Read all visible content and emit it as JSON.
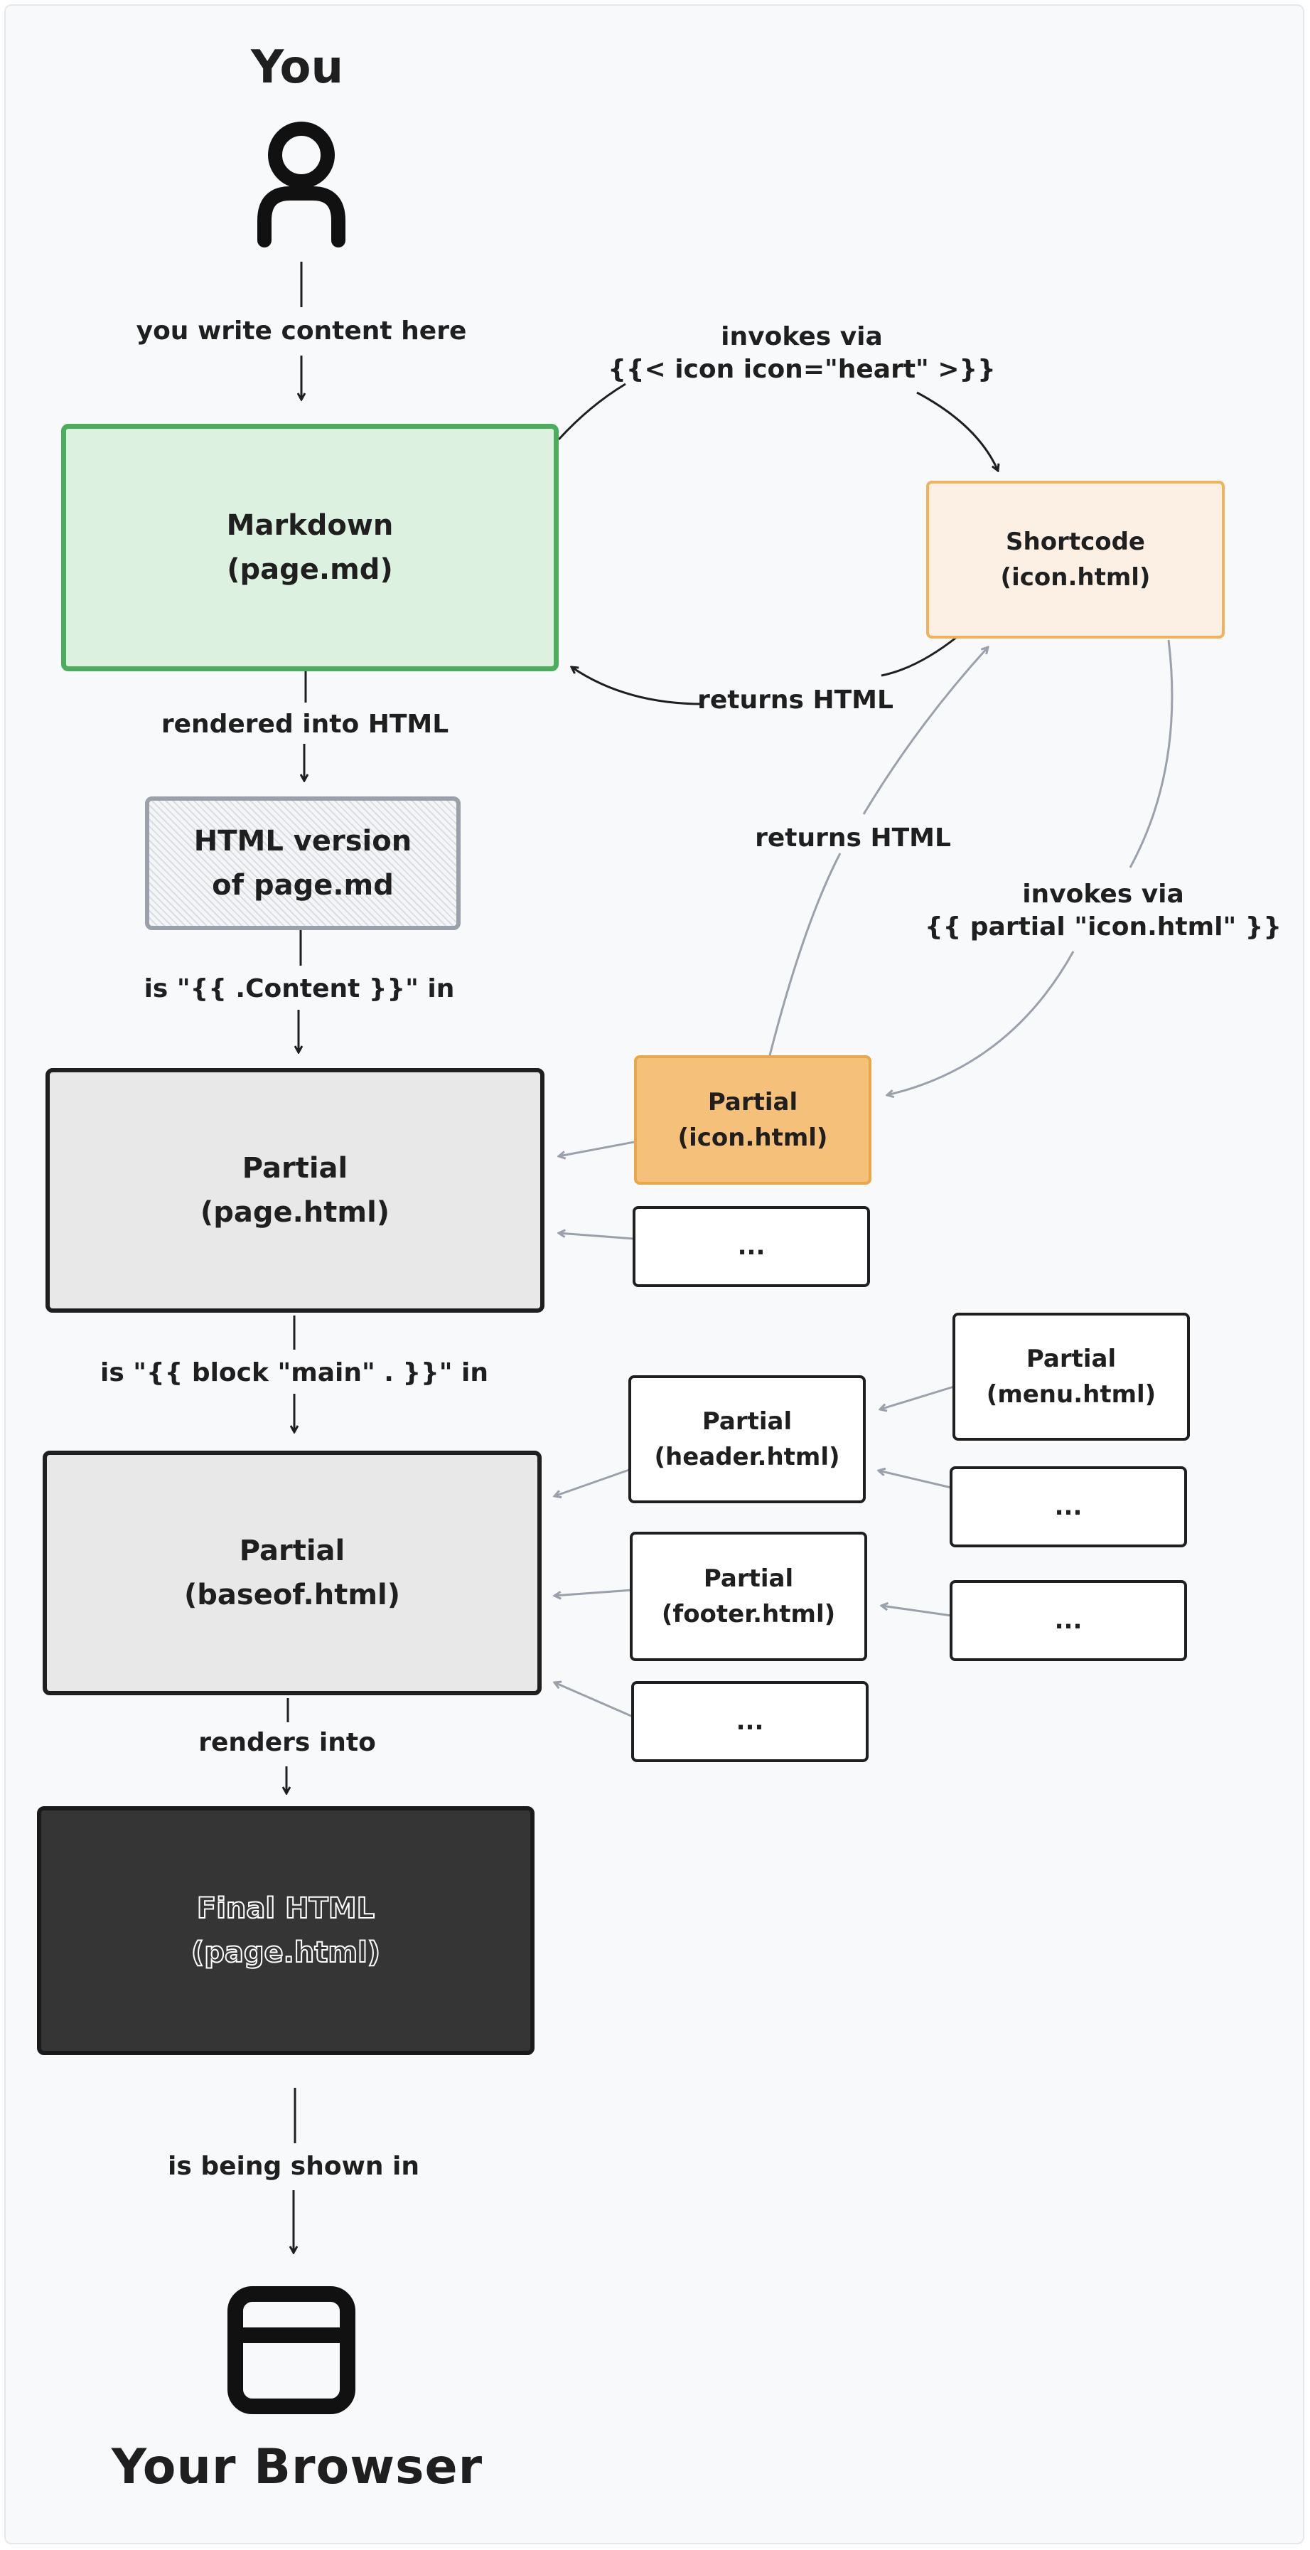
{
  "top": {
    "title": "You",
    "icon": "user-icon"
  },
  "bottom": {
    "title": "Your Browser",
    "icon": "browser-window-icon"
  },
  "nodes": {
    "markdown": {
      "line1": "Markdown",
      "line2": "(page.md)"
    },
    "shortcode": {
      "line1": "Shortcode",
      "line2": "(icon.html)"
    },
    "html_version": {
      "line1": "HTML version",
      "line2": "of page.md"
    },
    "partial_page": {
      "line1": "Partial",
      "line2": "(page.html)"
    },
    "partial_icon": {
      "line1": "Partial",
      "line2": "(icon.html)"
    },
    "ellipsis_a": {
      "text": "..."
    },
    "partial_menu": {
      "line1": "Partial",
      "line2": "(menu.html)"
    },
    "partial_header": {
      "line1": "Partial",
      "line2": "(header.html)"
    },
    "ellipsis_b": {
      "text": "..."
    },
    "partial_baseof": {
      "line1": "Partial",
      "line2": "(baseof.html)"
    },
    "partial_footer": {
      "line1": "Partial",
      "line2": "(footer.html)"
    },
    "ellipsis_c": {
      "text": "..."
    },
    "ellipsis_d": {
      "text": "..."
    },
    "final_html": {
      "line1": "Final HTML",
      "line2": "(page.html)"
    }
  },
  "edges": {
    "write_content": "you write content here",
    "invokes_shortcode_1": "invokes via",
    "invokes_shortcode_2": "{{< icon icon=\"heart\" >}}",
    "returns_html_1": "returns HTML",
    "rendered_into": "rendered into HTML",
    "returns_html_2": "returns HTML",
    "invokes_partial_1": "invokes via",
    "invokes_partial_2": "{{ partial \"icon.html\" }}",
    "content_in": "is \"{{ .Content }}\" in",
    "block_main_in": "is \"{{ block \"main\" . }}\" in",
    "renders_into": "renders into",
    "shown_in": "is being shown in"
  },
  "colors": {
    "green_border": "#4cad5d",
    "green_fill": "#dcf1e0",
    "orange_border": "#eaa748",
    "orange_fill": "#f5c17a",
    "cream_fill": "#fbf0e3",
    "grey_fill": "#e8e8e8",
    "dark_fill": "#353535",
    "arrow_dark": "#1f1f1f",
    "arrow_grey": "#9aa1ab"
  }
}
